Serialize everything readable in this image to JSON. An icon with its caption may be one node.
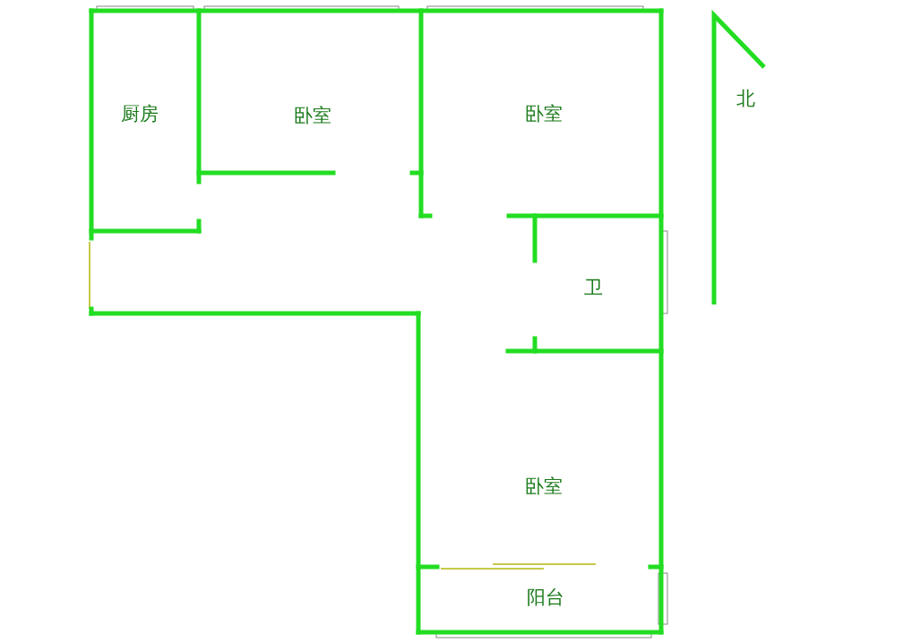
{
  "diagram": {
    "labels": [
      "厨房",
      "卧室",
      "卧室",
      "北",
      "卫",
      "卧室",
      "阳台"
    ]
  }
}
